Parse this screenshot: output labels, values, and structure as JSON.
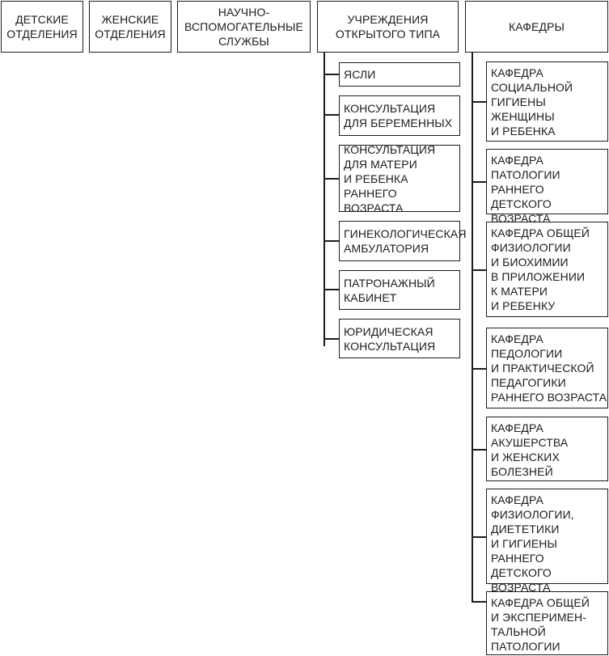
{
  "diagram": {
    "top_level": [
      {
        "id": "detskie",
        "label": "ДЕТСКИЕ\nОТДЕЛЕНИЯ"
      },
      {
        "id": "zhenskie",
        "label": "ЖЕНСКИЕ\nОТДЕЛЕНИЯ"
      },
      {
        "id": "nauchno",
        "label": "НАУЧНО-\nВСПОМОГАТЕЛЬНЫЕ\nСЛУЖБЫ"
      },
      {
        "id": "uchrezhdeniya",
        "label": "УЧРЕЖДЕНИЯ\nОТКРЫТОГО ТИПА"
      },
      {
        "id": "kafedry",
        "label": "КАФЕДРЫ"
      }
    ],
    "open_type_institutions": [
      {
        "id": "yasli",
        "label": "ЯСЛИ"
      },
      {
        "id": "konsultaciya-beremennyh",
        "label": "КОНСУЛЬТАЦИЯ\nДЛЯ БЕРЕМЕННЫХ"
      },
      {
        "id": "konsultaciya-materi",
        "label": "КОНСУЛЬТАЦИЯ\nДЛЯ МАТЕРИ\nИ РЕБЕНКА\nРАННЕГО ВОЗРАСТА"
      },
      {
        "id": "ginekologicheskaya",
        "label": "ГИНЕКОЛОГИЧЕСКАЯ\nАМБУЛАТОРИЯ"
      },
      {
        "id": "patronazhnyi",
        "label": "ПАТРОНАЖНЫЙ\nКАБИНЕТ"
      },
      {
        "id": "yuridicheskaya",
        "label": "ЮРИДИЧЕСКАЯ\nКОНСУЛЬТАЦИЯ"
      }
    ],
    "departments": [
      {
        "id": "socialnoi-gigieny",
        "label": "КАФЕДРА\nСОЦИАЛЬНОЙ\nГИГИЕНЫ\nЖЕНЩИНЫ\nИ РЕБЕНКА"
      },
      {
        "id": "patologii",
        "label": "КАФЕДРА\nПАТОЛОГИИ\nРАННЕГО ДЕТСКОГО\nВОЗРАСТА"
      },
      {
        "id": "fiziologii-biohimii",
        "label": "КАФЕДРА ОБЩЕЙ\nФИЗИОЛОГИИ\nИ БИОХИМИИ\nВ ПРИЛОЖЕНИИ\nК МАТЕРИ\nИ РЕБЕНКУ"
      },
      {
        "id": "pedologii",
        "label": "КАФЕДРА\nПЕДОЛОГИИ\nИ ПРАКТИЧЕСКОЙ\nПЕДАГОГИКИ\nРАННЕГО ВОЗРАСТА"
      },
      {
        "id": "akusherstva",
        "label": "КАФЕДРА\nАКУШЕРСТВА\nИ ЖЕНСКИХ\nБОЛЕЗНЕЙ"
      },
      {
        "id": "fiziologii-dietetiki",
        "label": "КАФЕДРА\nФИЗИОЛОГИИ,\nДИЕТЕТИКИ\nИ ГИГИЕНЫ\nРАННЕГО ДЕТСКОГО\nВОЗРАСТА"
      },
      {
        "id": "eksperimentalnoi",
        "label": "КАФЕДРА ОБЩЕЙ\nИ ЭКСПЕРИМЕН-\nТАЛЬНОЙ\nПАТОЛОГИИ"
      }
    ]
  }
}
